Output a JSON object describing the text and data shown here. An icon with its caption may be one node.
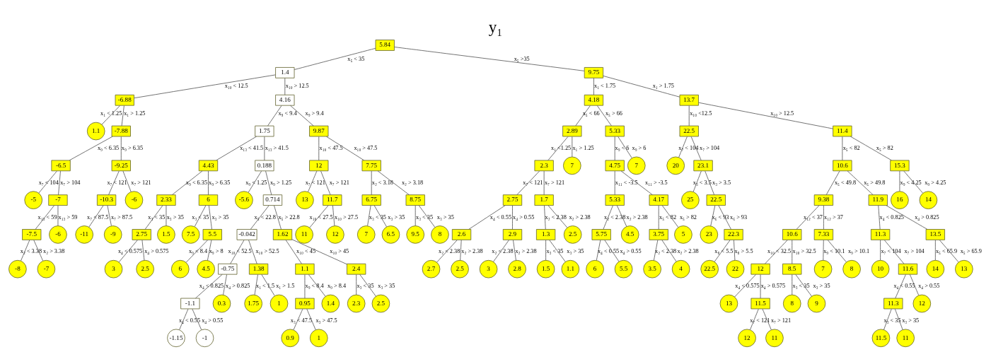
{
  "diagram": {
    "title": "y₁",
    "nodes": [
      {
        "text": [
          "5.84"
        ]
      },
      {
        "text": [
          "1.4"
        ]
      },
      {
        "text": [
          "-6.88"
        ]
      },
      {
        "text": [
          "1.1"
        ]
      },
      {
        "text": [
          "-7.88"
        ]
      },
      {
        "text": [
          "-6.5"
        ]
      },
      {
        "text": [
          "-5"
        ]
      },
      {
        "text": [
          "-7"
        ]
      },
      {
        "text": [
          "-7.5"
        ]
      },
      {
        "text": [
          "-8"
        ]
      },
      {
        "text": [
          "-7"
        ]
      },
      {
        "text": [
          "-6"
        ]
      },
      {
        "text": [
          "-9.25"
        ]
      },
      {
        "text": [
          "-10.3"
        ]
      },
      {
        "text": [
          "-11"
        ]
      },
      {
        "text": [
          "-9"
        ]
      },
      {
        "text": [
          "-6"
        ]
      },
      {
        "text": [
          "4.16"
        ]
      },
      {
        "text": [
          "1.75"
        ]
      },
      {
        "text": [
          "4.43"
        ]
      },
      {
        "text": [
          "2.33"
        ]
      },
      {
        "text": [
          "2.75"
        ]
      },
      {
        "text": [
          "3"
        ]
      },
      {
        "text": [
          "2.5"
        ]
      },
      {
        "text": [
          "1.5"
        ]
      },
      {
        "text": [
          "6"
        ]
      },
      {
        "text": [
          "7.5"
        ]
      },
      {
        "text": [
          "5.5"
        ]
      },
      {
        "text": [
          "6"
        ]
      },
      {
        "text": [
          "4.5"
        ]
      },
      {
        "text": [
          "0.188"
        ]
      },
      {
        "text": [
          "-5.6"
        ]
      },
      {
        "text": [
          "0.714"
        ]
      },
      {
        "text": [
          "-0.042"
        ]
      },
      {
        "text": [
          "-0.75"
        ]
      },
      {
        "text": [
          "-1.1"
        ]
      },
      {
        "text": [
          "-1.15"
        ]
      },
      {
        "text": [
          "-1"
        ]
      },
      {
        "text": [
          "0.3"
        ]
      },
      {
        "text": [
          "1.38"
        ]
      },
      {
        "text": [
          "1.75"
        ]
      },
      {
        "text": [
          "1"
        ]
      },
      {
        "text": [
          "1.62"
        ]
      },
      {
        "text": [
          "1.1"
        ]
      },
      {
        "text": [
          "0.95"
        ]
      },
      {
        "text": [
          "0.9"
        ]
      },
      {
        "text": [
          "1"
        ]
      },
      {
        "text": [
          "1.4"
        ]
      },
      {
        "text": [
          "2.4"
        ]
      },
      {
        "text": [
          "2.3"
        ]
      },
      {
        "text": [
          "2.5"
        ]
      },
      {
        "text": [
          "9.87"
        ]
      },
      {
        "text": [
          "12"
        ]
      },
      {
        "text": [
          "13"
        ]
      },
      {
        "text": [
          "11.7"
        ]
      },
      {
        "text": [
          "11"
        ]
      },
      {
        "text": [
          "12"
        ]
      },
      {
        "text": [
          "7.75"
        ]
      },
      {
        "text": [
          "6.75"
        ]
      },
      {
        "text": [
          "7"
        ]
      },
      {
        "text": [
          "6.5"
        ]
      },
      {
        "text": [
          "8.75"
        ]
      },
      {
        "text": [
          "9.5"
        ]
      },
      {
        "text": [
          "8"
        ]
      },
      {
        "text": [
          "9.75"
        ]
      },
      {
        "text": [
          "4.18"
        ]
      },
      {
        "text": [
          "2.89"
        ]
      },
      {
        "text": [
          "2.3"
        ]
      },
      {
        "text": [
          "2.75"
        ]
      },
      {
        "text": [
          "2.6"
        ]
      },
      {
        "text": [
          "2.7"
        ]
      },
      {
        "text": [
          "2.5"
        ]
      },
      {
        "text": [
          "2.9"
        ]
      },
      {
        "text": [
          "3"
        ]
      },
      {
        "text": [
          "2.8"
        ]
      },
      {
        "text": [
          "1.7"
        ]
      },
      {
        "text": [
          "1.3"
        ]
      },
      {
        "text": [
          "1.5"
        ]
      },
      {
        "text": [
          "1.1"
        ]
      },
      {
        "text": [
          "2.5"
        ]
      },
      {
        "text": [
          "7"
        ]
      },
      {
        "text": [
          "5.33"
        ]
      },
      {
        "text": [
          "4.75"
        ]
      },
      {
        "text": [
          "5.33"
        ]
      },
      {
        "text": [
          "5.75"
        ]
      },
      {
        "text": [
          "6"
        ]
      },
      {
        "text": [
          "5.5"
        ]
      },
      {
        "text": [
          "4.5"
        ]
      },
      {
        "text": [
          "4.17"
        ]
      },
      {
        "text": [
          "3.75"
        ]
      },
      {
        "text": [
          "3.5"
        ]
      },
      {
        "text": [
          "4"
        ]
      },
      {
        "text": [
          "5"
        ]
      },
      {
        "text": [
          "7"
        ]
      },
      {
        "text": [
          "13.7"
        ]
      },
      {
        "text": [
          "22.5"
        ]
      },
      {
        "text": [
          "20"
        ]
      },
      {
        "text": [
          "23.1"
        ]
      },
      {
        "text": [
          "25"
        ]
      },
      {
        "text": [
          "22.5"
        ]
      },
      {
        "text": [
          "23"
        ]
      },
      {
        "text": [
          "22.3"
        ]
      },
      {
        "text": [
          "22.5"
        ]
      },
      {
        "text": [
          "22"
        ]
      },
      {
        "text": [
          "11.4"
        ]
      },
      {
        "text": [
          "10.6"
        ]
      },
      {
        "text": [
          "9.38"
        ]
      },
      {
        "text": [
          "10.6"
        ]
      },
      {
        "text": [
          "12"
        ]
      },
      {
        "text": [
          "13"
        ]
      },
      {
        "text": [
          "11.5"
        ]
      },
      {
        "text": [
          "12"
        ]
      },
      {
        "text": [
          "11"
        ]
      },
      {
        "text": [
          "8.5"
        ]
      },
      {
        "text": [
          "8"
        ]
      },
      {
        "text": [
          "9"
        ]
      },
      {
        "text": [
          "7.33"
        ]
      },
      {
        "text": [
          "7"
        ]
      },
      {
        "text": [
          "8"
        ]
      },
      {
        "text": [
          "11.9"
        ]
      },
      {
        "text": [
          "11.3"
        ]
      },
      {
        "text": [
          "10"
        ]
      },
      {
        "text": [
          "11.6"
        ]
      },
      {
        "text": [
          "11.3"
        ]
      },
      {
        "text": [
          "11.5"
        ]
      },
      {
        "text": [
          "11"
        ]
      },
      {
        "text": [
          "12"
        ]
      },
      {
        "text": [
          "13.5"
        ]
      },
      {
        "text": [
          "14"
        ]
      },
      {
        "text": [
          "13"
        ]
      },
      {
        "text": [
          "15.3"
        ]
      },
      {
        "text": [
          "16"
        ]
      },
      {
        "text": [
          "14"
        ]
      }
    ],
    "edges": [
      {
        "from": 0,
        "to": 1,
        "arrow": "none",
        "label": "x₅ < 35"
      },
      {
        "from": 1,
        "to": 2,
        "arrow": "none",
        "label": "x₁₀ < 12.5"
      },
      {
        "from": 2,
        "to": 3,
        "arrow": "none",
        "label": "x₁ < 1.25"
      },
      {
        "from": 2,
        "to": 4,
        "arrow": "none",
        "label": "x₁ > 1.25"
      },
      {
        "from": 4,
        "to": 5,
        "arrow": "none",
        "label": "x₉ < 6.35"
      },
      {
        "from": 5,
        "to": 6,
        "arrow": "none",
        "label": "x₇ < 104"
      },
      {
        "from": 5,
        "to": 7,
        "arrow": "none",
        "label": "x₇ > 104"
      },
      {
        "from": 7,
        "to": 8,
        "arrow": "none",
        "label": "x₁₃ < 59"
      },
      {
        "from": 8,
        "to": 9,
        "arrow": "none",
        "label": "x₂ < 3.38"
      },
      {
        "from": 8,
        "to": 10,
        "arrow": "none",
        "label": "x₂ > 3.38"
      },
      {
        "from": 7,
        "to": 11,
        "arrow": "none",
        "label": "x₁₃ > 59"
      },
      {
        "from": 4,
        "to": 12,
        "arrow": "none",
        "label": "x₉ > 6.35"
      },
      {
        "from": 12,
        "to": 13,
        "arrow": "none",
        "label": "x₇ < 121"
      },
      {
        "from": 13,
        "to": 14,
        "arrow": "none",
        "label": "x₇ < 87.5"
      },
      {
        "from": 13,
        "to": 15,
        "arrow": "none",
        "label": "x₇ > 87.5"
      },
      {
        "from": 12,
        "to": 16,
        "arrow": "none",
        "label": "x₇ > 121"
      },
      {
        "from": 1,
        "to": 17,
        "arrow": "none",
        "label": "x₁₀ > 12.5"
      },
      {
        "from": 17,
        "to": 18,
        "arrow": "none",
        "label": "x₉ < 9.4"
      },
      {
        "from": 18,
        "to": 19,
        "arrow": "none",
        "label": "x₁₃ < 41.5"
      },
      {
        "from": 19,
        "to": 20,
        "arrow": "none",
        "label": "x₉ < 6.35"
      },
      {
        "from": 20,
        "to": 21,
        "arrow": "none",
        "label": "x₃ < 35"
      },
      {
        "from": 21,
        "to": 22,
        "arrow": "none",
        "label": "x₄ < 0.575"
      },
      {
        "from": 21,
        "to": 23,
        "arrow": "none",
        "label": "x₄ > 0.575"
      },
      {
        "from": 20,
        "to": 24,
        "arrow": "none",
        "label": "x₃ > 35"
      },
      {
        "from": 19,
        "to": 25,
        "arrow": "none",
        "label": "x₉ > 6.35"
      },
      {
        "from": 25,
        "to": 26,
        "arrow": "none",
        "label": "x₃ < 35"
      },
      {
        "from": 25,
        "to": 27,
        "arrow": "none",
        "label": "x₃ > 35"
      },
      {
        "from": 27,
        "to": 28,
        "arrow": "none",
        "label": "x₉ < 8.4"
      },
      {
        "from": 27,
        "to": 29,
        "arrow": "none",
        "label": "x₉ > 8"
      },
      {
        "from": 18,
        "to": 30,
        "arrow": "none",
        "label": "x₁₃ > 41.5"
      },
      {
        "from": 30,
        "to": 31,
        "arrow": "none",
        "label": "x₉ < 1.25"
      },
      {
        "from": 30,
        "to": 32,
        "arrow": "none",
        "label": "x₉ > 1.25"
      },
      {
        "from": 32,
        "to": 33,
        "arrow": "none",
        "label": "x₅ < 22.8"
      },
      {
        "from": 33,
        "to": 34,
        "arrow": "none",
        "label": "x₁₀ < 52.5"
      },
      {
        "from": 34,
        "to": 35,
        "arrow": "none",
        "label": "x₄ < 0.825"
      },
      {
        "from": 35,
        "to": 36,
        "arrow": "none",
        "label": "x₄ < 0.55"
      },
      {
        "from": 35,
        "to": 37,
        "arrow": "none",
        "label": "x₄ > 0.55"
      },
      {
        "from": 34,
        "to": 38,
        "arrow": "none",
        "label": "x₄ > 0.825"
      },
      {
        "from": 33,
        "to": 39,
        "arrow": "none",
        "label": "x₁₀ > 52.5"
      },
      {
        "from": 39,
        "to": 40,
        "arrow": "none",
        "label": "x₁ < 1.5"
      },
      {
        "from": 39,
        "to": 41,
        "arrow": "none",
        "label": "x₁ > 1.5"
      },
      {
        "from": 32,
        "to": 42,
        "arrow": "none",
        "label": "x₅ > 22.8"
      },
      {
        "from": 42,
        "to": 43,
        "arrow": "none",
        "label": "x₁₀ < 45"
      },
      {
        "from": 43,
        "to": 44,
        "arrow": "none",
        "label": "x₉ < 8.4"
      },
      {
        "from": 44,
        "to": 45,
        "arrow": "none",
        "label": "x₃ < 47.5"
      },
      {
        "from": 44,
        "to": 46,
        "arrow": "none",
        "label": "x₃ > 47.5"
      },
      {
        "from": 43,
        "to": 47,
        "arrow": "none",
        "label": "x₉ > 8.4"
      },
      {
        "from": 42,
        "to": 48,
        "arrow": "none",
        "label": "x₁₀ > 45"
      },
      {
        "from": 48,
        "to": 49,
        "arrow": "none",
        "label": "x₃ < 35"
      },
      {
        "from": 48,
        "to": 50,
        "arrow": "none",
        "label": "x₃ > 35"
      },
      {
        "from": 17,
        "to": 51,
        "arrow": "none",
        "label": "x₉ > 9.4"
      },
      {
        "from": 51,
        "to": 52,
        "arrow": "none",
        "label": "x₁₀ < 47.5"
      },
      {
        "from": 52,
        "to": 53,
        "arrow": "none",
        "label": "x₇ < 121"
      },
      {
        "from": 52,
        "to": 54,
        "arrow": "none",
        "label": "x₇ > 121"
      },
      {
        "from": 54,
        "to": 55,
        "arrow": "none",
        "label": "x₁₀ < 27.5"
      },
      {
        "from": 54,
        "to": 56,
        "arrow": "none",
        "label": "x₁₀ > 27.5"
      },
      {
        "from": 51,
        "to": 57,
        "arrow": "none",
        "label": "x₁₀ > 47.5"
      },
      {
        "from": 57,
        "to": 58,
        "arrow": "none",
        "label": "x₂ < 3.18"
      },
      {
        "from": 58,
        "to": 59,
        "arrow": "none",
        "label": "x₃ < 35"
      },
      {
        "from": 58,
        "to": 60,
        "arrow": "none",
        "label": "x₃ > 35"
      },
      {
        "from": 57,
        "to": 61,
        "arrow": "none",
        "label": "x₂ > 3.18"
      },
      {
        "from": 61,
        "to": 62,
        "arrow": "none",
        "label": "x₃ < 35"
      },
      {
        "from": 61,
        "to": 63,
        "arrow": "none",
        "label": "x₃ > 35"
      },
      {
        "from": 0,
        "to": 64,
        "arrow": "none",
        "label": "x₅ >35"
      },
      {
        "from": 64,
        "to": 65,
        "arrow": "none",
        "label": "x₁ < 1.75"
      },
      {
        "from": 65,
        "to": 66,
        "arrow": "none",
        "label": "x₅ < 66"
      },
      {
        "from": 66,
        "to": 67,
        "arrow": "none",
        "label": "x₁ <1.25"
      },
      {
        "from": 67,
        "to": 68,
        "arrow": "none",
        "label": "x₇ < 121"
      },
      {
        "from": 68,
        "to": 69,
        "arrow": "none",
        "label": "x₄ < 0.55"
      },
      {
        "from": 69,
        "to": 70,
        "arrow": "none",
        "label": "x₂ < 2.38"
      },
      {
        "from": 69,
        "to": 71,
        "arrow": "none",
        "label": "x₂ > 2.38"
      },
      {
        "from": 68,
        "to": 72,
        "arrow": "none",
        "label": "x₄ > 0.55"
      },
      {
        "from": 72,
        "to": 73,
        "arrow": "none",
        "label": "x₂ < 2.38"
      },
      {
        "from": 72,
        "to": 74,
        "arrow": "none",
        "label": "x₂ > 2.38"
      },
      {
        "from": 67,
        "to": 75,
        "arrow": "none",
        "label": "x₇ > 121"
      },
      {
        "from": 75,
        "to": 76,
        "arrow": "none",
        "label": "x₂ < 2.38"
      },
      {
        "from": 76,
        "to": 77,
        "arrow": "none",
        "label": "x₃ < 35"
      },
      {
        "from": 76,
        "to": 78,
        "arrow": "none",
        "label": "x₃ > 35"
      },
      {
        "from": 75,
        "to": 79,
        "arrow": "none",
        "label": "x₂ > 2.38"
      },
      {
        "from": 66,
        "to": 80,
        "arrow": "none",
        "label": "x₁ > 1.25"
      },
      {
        "from": 65,
        "to": 81,
        "arrow": "none",
        "label": "x₅ > 66"
      },
      {
        "from": 81,
        "to": 82,
        "arrow": "none",
        "label": "x₉ < 6"
      },
      {
        "from": 82,
        "to": 83,
        "arrow": "none",
        "label": "x₁₁ < -3.5"
      },
      {
        "from": 83,
        "to": 84,
        "arrow": "none",
        "label": "x₂ < 2.38"
      },
      {
        "from": 84,
        "to": 85,
        "arrow": "none",
        "label": "x₄ < 0.55"
      },
      {
        "from": 84,
        "to": 86,
        "arrow": "none",
        "label": "x₄ > 0.55"
      },
      {
        "from": 83,
        "to": 87,
        "arrow": "none",
        "label": "x₂ > 2.38"
      },
      {
        "from": 82,
        "to": 88,
        "arrow": "none",
        "label": "x₁₁ > -3.5"
      },
      {
        "from": 88,
        "to": 89,
        "arrow": "none",
        "label": "x₅ < 82"
      },
      {
        "from": 89,
        "to": 90,
        "arrow": "none",
        "label": "x₂ < 2.38"
      },
      {
        "from": 89,
        "to": 91,
        "arrow": "none",
        "label": "x₂ > 2.38"
      },
      {
        "from": 88,
        "to": 92,
        "arrow": "none",
        "label": "x₅ > 82"
      },
      {
        "from": 81,
        "to": 93,
        "arrow": "none",
        "label": "x₉ > 6"
      },
      {
        "from": 64,
        "to": 94,
        "arrow": "none",
        "label": "x₁ > 1.75"
      },
      {
        "from": 94,
        "to": 95,
        "arrow": "none",
        "label": "x₁₀ <12.5"
      },
      {
        "from": 95,
        "to": 96,
        "arrow": "none",
        "label": "x₇ < 104"
      },
      {
        "from": 95,
        "to": 97,
        "arrow": "none",
        "label": "x₇ > 104"
      },
      {
        "from": 97,
        "to": 98,
        "arrow": "none",
        "label": "x₃ < 3.5"
      },
      {
        "from": 97,
        "to": 99,
        "arrow": "none",
        "label": "x₃ > 3.5"
      },
      {
        "from": 99,
        "to": 100,
        "arrow": "none",
        "label": "x₆ < 93"
      },
      {
        "from": 99,
        "to": 101,
        "arrow": "none",
        "label": "x₆ > 93"
      },
      {
        "from": 101,
        "to": 102,
        "arrow": "none",
        "label": "x₈ < 5.5"
      },
      {
        "from": 101,
        "to": 103,
        "arrow": "none",
        "label": "x₈ > 5.5"
      },
      {
        "from": 94,
        "to": 104,
        "arrow": "none",
        "label": "x₁₀ > 12.5"
      },
      {
        "from": 104,
        "to": 105,
        "arrow": "none",
        "label": "x₅ < 82"
      },
      {
        "from": 105,
        "to": 106,
        "arrow": "none",
        "label": "x₅ < 49.8"
      },
      {
        "from": 106,
        "to": 107,
        "arrow": "none",
        "label": "x₁₂ < 37"
      },
      {
        "from": 107,
        "to": 108,
        "arrow": "none",
        "label": "x₁₀ < 32.5"
      },
      {
        "from": 108,
        "to": 109,
        "arrow": "none",
        "label": "x₄ < 0.575"
      },
      {
        "from": 108,
        "to": 110,
        "arrow": "none",
        "label": "x₄ > 0.575"
      },
      {
        "from": 110,
        "to": 111,
        "arrow": "none",
        "label": "x₇ < 121"
      },
      {
        "from": 110,
        "to": 112,
        "arrow": "none",
        "label": "x₇ > 121"
      },
      {
        "from": 107,
        "to": 113,
        "arrow": "none",
        "label": "x₁₀ > 32.5"
      },
      {
        "from": 113,
        "to": 114,
        "arrow": "none",
        "label": "x₃ < 35"
      },
      {
        "from": 113,
        "to": 115,
        "arrow": "none",
        "label": "x₃ > 35"
      },
      {
        "from": 106,
        "to": 116,
        "arrow": "none",
        "label": "x₁₂ > 37"
      },
      {
        "from": 116,
        "to": 117,
        "arrow": "none",
        "label": "x₉ < 10.1"
      },
      {
        "from": 116,
        "to": 118,
        "arrow": "none",
        "label": "x₉ > 10.1"
      },
      {
        "from": 105,
        "to": 119,
        "arrow": "none",
        "label": "x₅ > 49.8"
      },
      {
        "from": 119,
        "to": 120,
        "arrow": "none",
        "label": "x₄ < 0.825"
      },
      {
        "from": 120,
        "to": 121,
        "arrow": "none",
        "label": "x₇ < 104"
      },
      {
        "from": 120,
        "to": 122,
        "arrow": "none",
        "label": "x₇ > 104"
      },
      {
        "from": 122,
        "to": 123,
        "arrow": "none",
        "label": "x₄ < 0.55"
      },
      {
        "from": 123,
        "to": 124,
        "arrow": "none",
        "label": "x₃ < 35"
      },
      {
        "from": 123,
        "to": 125,
        "arrow": "none",
        "label": "x₃ > 35"
      },
      {
        "from": 122,
        "to": 126,
        "arrow": "none",
        "label": "x₄ > 0.55"
      },
      {
        "from": 119,
        "to": 127,
        "arrow": "none",
        "label": "x₄ > 0.825"
      },
      {
        "from": 127,
        "to": 128,
        "arrow": "none",
        "label": "x₅ < 65.9"
      },
      {
        "from": 127,
        "to": 129,
        "arrow": "none",
        "label": "x₅ > 65.9"
      },
      {
        "from": 104,
        "to": 130,
        "arrow": "none",
        "label": "x₅ > 82"
      },
      {
        "from": 130,
        "to": 131,
        "arrow": "none",
        "label": "x₉ < 4.25"
      },
      {
        "from": 130,
        "to": 132,
        "arrow": "none",
        "label": "x₉ > 4.25"
      }
    ]
  }
}
